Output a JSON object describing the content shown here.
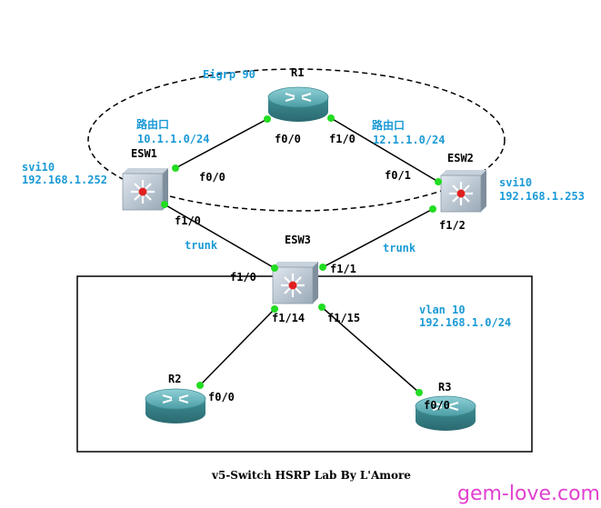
{
  "colors": {
    "annotation": "#1a9ad6",
    "port_dot": "#22dd22",
    "router": "#3f8e95",
    "switch": "#9aaab8",
    "watermark": "#e040d0"
  },
  "devices": {
    "r1": "R1",
    "r2": "R2",
    "r3": "R3",
    "esw1": "ESW1",
    "esw2": "ESW2",
    "esw3": "ESW3"
  },
  "ports": {
    "r1_f00": "f0/0",
    "r1_f10": "f1/0",
    "esw1_f00": "f0/0",
    "esw1_f10": "f1/0",
    "esw2_f01": "f0/1",
    "esw2_f12": "f1/2",
    "esw3_f10": "f1/0",
    "esw3_f11": "f1/1",
    "esw3_f114": "f1/14",
    "esw3_f115": "f1/15",
    "r2_f00": "f0/0",
    "r3_f00": "f0/0"
  },
  "annotations": {
    "eigrp": "Eigrp 90",
    "routed_port_left": "路由口",
    "subnet_left": "10.1.1.0/24",
    "routed_port_right": "路由口",
    "subnet_right": "12.1.1.0/24",
    "esw1_svi": "svi10",
    "esw1_ip": "192.168.1.252",
    "esw2_svi": "svi10",
    "esw2_ip": "192.168.1.253",
    "trunk_left": "trunk",
    "trunk_right": "trunk",
    "vlan": "vlan 10",
    "vlan_subnet": "192.168.1.0/24"
  },
  "caption": "v5-Switch HSRP Lab By L'Amore",
  "watermark": "gem-love.com",
  "icons": {
    "router": "router-icon",
    "switch": "multilayer-switch-icon"
  }
}
